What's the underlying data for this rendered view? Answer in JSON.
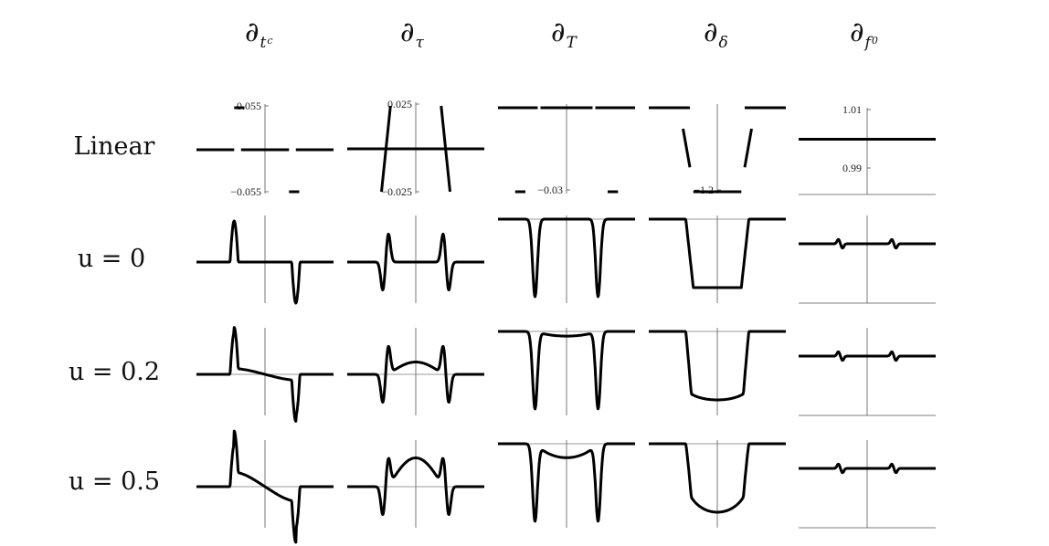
{
  "columns": [
    {
      "key": "tc",
      "symbol": "∂",
      "subscript": "t",
      "subsub": "c"
    },
    {
      "key": "tau",
      "symbol": "∂",
      "subscript": "τ",
      "subsub": ""
    },
    {
      "key": "T",
      "symbol": "∂",
      "subscript": "T",
      "subsub": ""
    },
    {
      "key": "delta",
      "symbol": "∂",
      "subscript": "δ",
      "subsub": ""
    },
    {
      "key": "f0",
      "symbol": "∂",
      "subscript": "f",
      "subsub": "0"
    }
  ],
  "rows": [
    {
      "key": "linear",
      "label": "Linear"
    },
    {
      "key": "u0",
      "label": "u = 0"
    },
    {
      "key": "u02",
      "label": "u = 0.2"
    },
    {
      "key": "u05",
      "label": "u = 0.5"
    }
  ],
  "chart_data": {
    "type": "line",
    "layout": "small-multiples grid (4 rows × 5 columns)",
    "line_color": "#000000",
    "axes_color": "#555555",
    "tick_labels": {
      "linear_tc": [
        "0.055",
        "−0.055"
      ],
      "linear_tau": [
        "0.025",
        "−0.025"
      ],
      "linear_T": [
        "−0.03"
      ],
      "linear_delta": [
        "−1.2"
      ],
      "linear_f0": [
        "1.01",
        "0.99"
      ]
    },
    "panels": {
      "linear": {
        "tc": {
          "segments": [
            [
              [
                -1,
                0
              ],
              [
                -0.45,
                0
              ]
            ],
            [
              [
                -0.45,
                0.055
              ],
              [
                -0.3,
                0.055
              ]
            ],
            [
              [
                -0.35,
                0
              ],
              [
                0.35,
                0
              ]
            ],
            [
              [
                0.35,
                -0.055
              ],
              [
                0.5,
                -0.055
              ]
            ],
            [
              [
                0.45,
                0
              ],
              [
                1,
                0
              ]
            ]
          ]
        },
        "tau": {
          "segments": [
            [
              [
                -1,
                0
              ],
              [
                1,
                0
              ]
            ],
            [
              [
                -0.5,
                -0.025
              ],
              [
                -0.37,
                0.025
              ]
            ],
            [
              [
                0.37,
                0.025
              ],
              [
                0.5,
                -0.025
              ]
            ]
          ]
        },
        "T": {
          "segments": [
            [
              [
                -1,
                0
              ],
              [
                -0.42,
                0
              ]
            ],
            [
              [
                -0.38,
                0
              ],
              [
                0.38,
                0
              ]
            ],
            [
              [
                0.42,
                0
              ],
              [
                1,
                0
              ]
            ],
            [
              [
                -0.75,
                -0.03
              ],
              [
                -0.6,
                -0.03
              ]
            ],
            [
              [
                0.6,
                -0.03
              ],
              [
                0.75,
                -0.03
              ]
            ]
          ]
        },
        "delta": {
          "segments": [
            [
              [
                -1,
                0
              ],
              [
                -0.4,
                0
              ]
            ],
            [
              [
                0.4,
                0
              ],
              [
                1,
                0
              ]
            ],
            [
              [
                -0.5,
                -0.3
              ],
              [
                -0.4,
                -0.85
              ]
            ],
            [
              [
                0.4,
                -0.85
              ],
              [
                0.5,
                -0.3
              ]
            ],
            [
              [
                -0.35,
                -1.2
              ],
              [
                0.35,
                -1.2
              ]
            ]
          ]
        },
        "f0": {
          "segments": [
            [
              [
                -1,
                1.0
              ],
              [
                1,
                1.0
              ]
            ]
          ]
        }
      },
      "u0": {
        "tc": {
          "model": "contact-spike",
          "sign": 1
        },
        "tau": {
          "model": "ingress-egress-wiggle"
        },
        "T": {
          "model": "box-dip-twin"
        },
        "delta": {
          "model": "flat-bottom-transit"
        },
        "f0": {
          "model": "small-wiggle"
        }
      },
      "u02": {
        "tc": {
          "model": "contact-spike-slope",
          "slope": 0.12
        },
        "tau": {
          "model": "wiggle-arch",
          "arch": 0.15
        },
        "T": {
          "model": "box-dip-twin-arch",
          "arch": 0.06
        },
        "delta": {
          "model": "curved-bottom-transit",
          "curve": 0.2
        },
        "f0": {
          "model": "small-wiggle"
        }
      },
      "u05": {
        "tc": {
          "model": "contact-spike-slope",
          "slope": 0.3
        },
        "tau": {
          "model": "wiggle-arch",
          "arch": 0.35
        },
        "T": {
          "model": "box-dip-twin-arch",
          "arch": 0.18
        },
        "delta": {
          "model": "curved-bottom-transit",
          "curve": 0.5
        },
        "f0": {
          "model": "small-wiggle"
        }
      }
    }
  }
}
